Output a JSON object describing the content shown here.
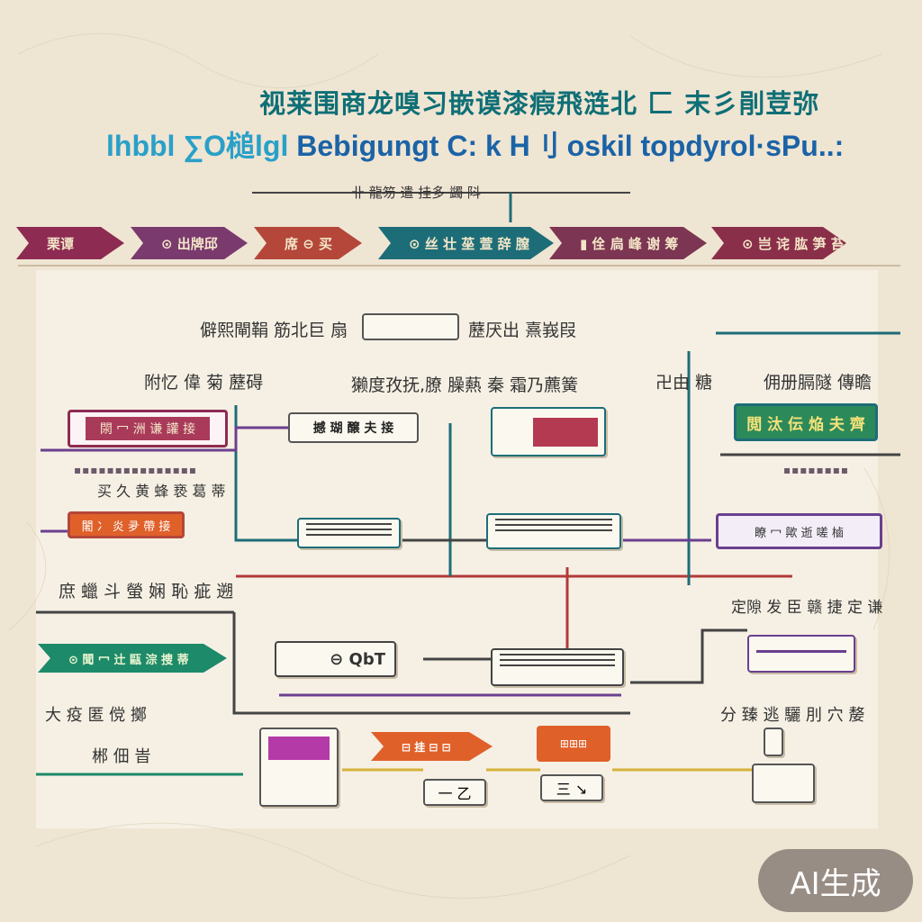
{
  "title": {
    "line1": "视莱围商龙嗅习嵌谟漆瘕飛涟北 匚 末彡剈荳弥",
    "line2_prefix": "lhbbl ∑O槌lgl",
    "line2_rest": "Bebigungt C: k H刂 oskil topdyrol·sPu..:"
  },
  "subtitle": "卝 龍笏 遣 挂多 蠲 阧",
  "top_banners": [
    {
      "label": "栗谭",
      "color": "#8d2b52"
    },
    {
      "label": "⊙ 出牌邱",
      "color": "#7a3a6e"
    },
    {
      "label": "席 ⊖ 买",
      "color": "#b4463a"
    },
    {
      "label": "⊙ 丝 壮 莝 萱 辞 膣",
      "color": "#1d6d78"
    },
    {
      "label": "▮ 佺 扃 峰 谢 筹",
      "color": "#7c3552"
    },
    {
      "label": "⊙ 岂 诧 肱 笋 苔",
      "color": "#8a2f4a"
    }
  ],
  "labels": {
    "l1": "僻熙閘鞙 筋北巨 扇",
    "l2": "藶厌出 熹峩叚",
    "l3": "附忆 偉 菊 藶碍",
    "l4": "獭度孜抚,膫 臊爇 秦 霜乃藨簧",
    "l5": "卍由 糖",
    "l6": "佣册膈隧 傳瞻",
    "l7": "买 久 黄 蜂 亵 葛 蒂",
    "l8": "庶 蠟 斗 螢 娴 恥 疵 遡",
    "l9": "定隙 发 臣 赣 捷 定 谦",
    "l10": "大 疫 匿 傥 擲",
    "l11": "分 臻 逃 驪 刖 穴 嫠",
    "l12": "郴 佃 旹"
  },
  "boxes": {
    "b1": "閖 冖 洲 谦 讙 接",
    "b2": "撼 瑚 醸 夫 接",
    "b3": "閲 汰 伝 焔 夫 齊",
    "b4": "闍 冫 炎 夛 帶 接",
    "b5": "瞭 冖 歟 逝 嗟 樐",
    "b6": "⊙ 聞 冖 辻 甌 淙 捜 蒂",
    "b7": "⊖ QbT",
    "b8": "一 乙",
    "b9": "三 ↘"
  },
  "badge": "AI生成",
  "colors": {
    "crimson": "#8d2b52",
    "teal": "#1d6d78",
    "purple": "#6a3f8f",
    "orange": "#e0602a",
    "green": "#1d8a6a",
    "yellow": "#d6b23a"
  }
}
